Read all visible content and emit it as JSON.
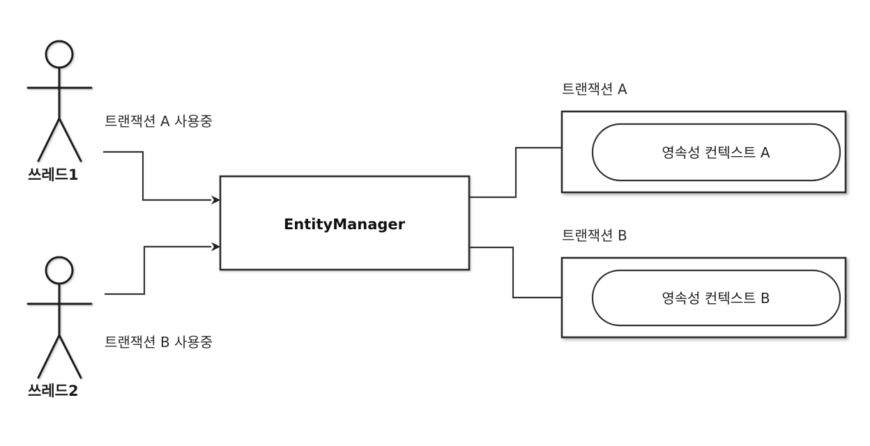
{
  "diagram": {
    "title_text": "EntityManager multi-thread persistence context diagram",
    "background_color": "#ffffff",
    "line_color": "#2a2a2a",
    "text_color": "#2b2b2b",
    "actors": [
      {
        "id": "thread1",
        "label": "쓰레드1",
        "icon": "actor-stick-figure-icon"
      },
      {
        "id": "thread2",
        "label": "쓰레드2",
        "icon": "actor-stick-figure-icon"
      }
    ],
    "edge_labels": [
      {
        "id": "edge-a",
        "label": "트랜잭션 A 사용중"
      },
      {
        "id": "edge-b",
        "label": "트랜잭션 B 사용중"
      }
    ],
    "center_node": {
      "label": "EntityManager"
    },
    "transactions": [
      {
        "id": "tx-a",
        "caption": "트랜잭션 A",
        "context_label": "영속성 컨텍스트 A"
      },
      {
        "id": "tx-b",
        "caption": "트랜잭션 B",
        "context_label": "영속성 컨텍스트 B"
      }
    ]
  }
}
